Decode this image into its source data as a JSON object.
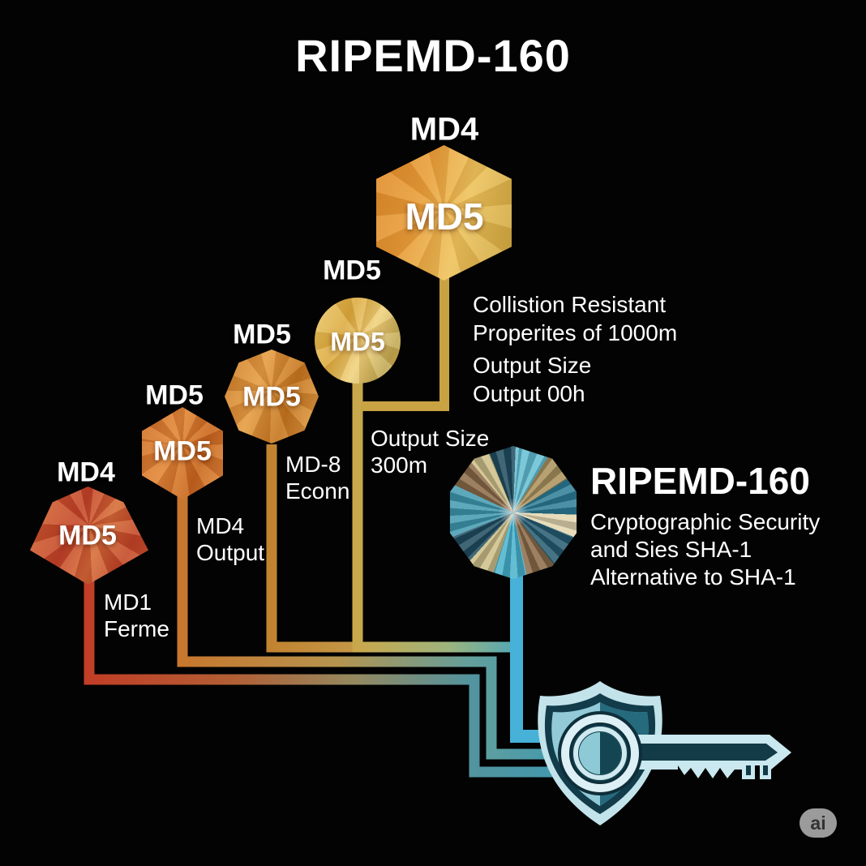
{
  "title": "RIPEMD-160",
  "nodes": {
    "n1": {
      "top_label": "MD4",
      "gem_label": "MD5",
      "note1": "MD1",
      "note2": "Ferme"
    },
    "n2": {
      "top_label": "MD5",
      "gem_label": "MD5",
      "note1": "MD4",
      "note2": "Output"
    },
    "n3": {
      "top_label": "MD5",
      "gem_label": "MD5",
      "note1": "MD-8",
      "note2": "Econn"
    },
    "n4": {
      "top_label": "MD5",
      "gem_label": "MD5",
      "note1": "Output Size",
      "note2": "300m"
    },
    "n5": {
      "top_label": "MD4",
      "gem_label": "MD5",
      "note1": "Collistion Resistant",
      "note2": "Properites of 1000m",
      "note3": "Output Size",
      "note4": "Output 00h"
    }
  },
  "result": {
    "heading": "RIPEMD-160",
    "line1": "Cryptographic Security",
    "line2": "and Sies SHA-1",
    "line3": "Alternative to SHA-1"
  },
  "badge_label": "ai",
  "colors": {
    "background": "#030303",
    "text": "#ffffff",
    "gem1_red": "#c8502c",
    "gem2_orange": "#d4772b",
    "gem3_amber": "#d68c33",
    "gem4_gold": "#e2ba55",
    "gem5_orange_gold": "#e4a83e",
    "result_gem_teal": "#3f98ae",
    "connector_blue": "#47b1d7",
    "shield_light": "#c2e3ea",
    "shield_dark": "#266a7e",
    "key_light": "#c9e8ef"
  }
}
